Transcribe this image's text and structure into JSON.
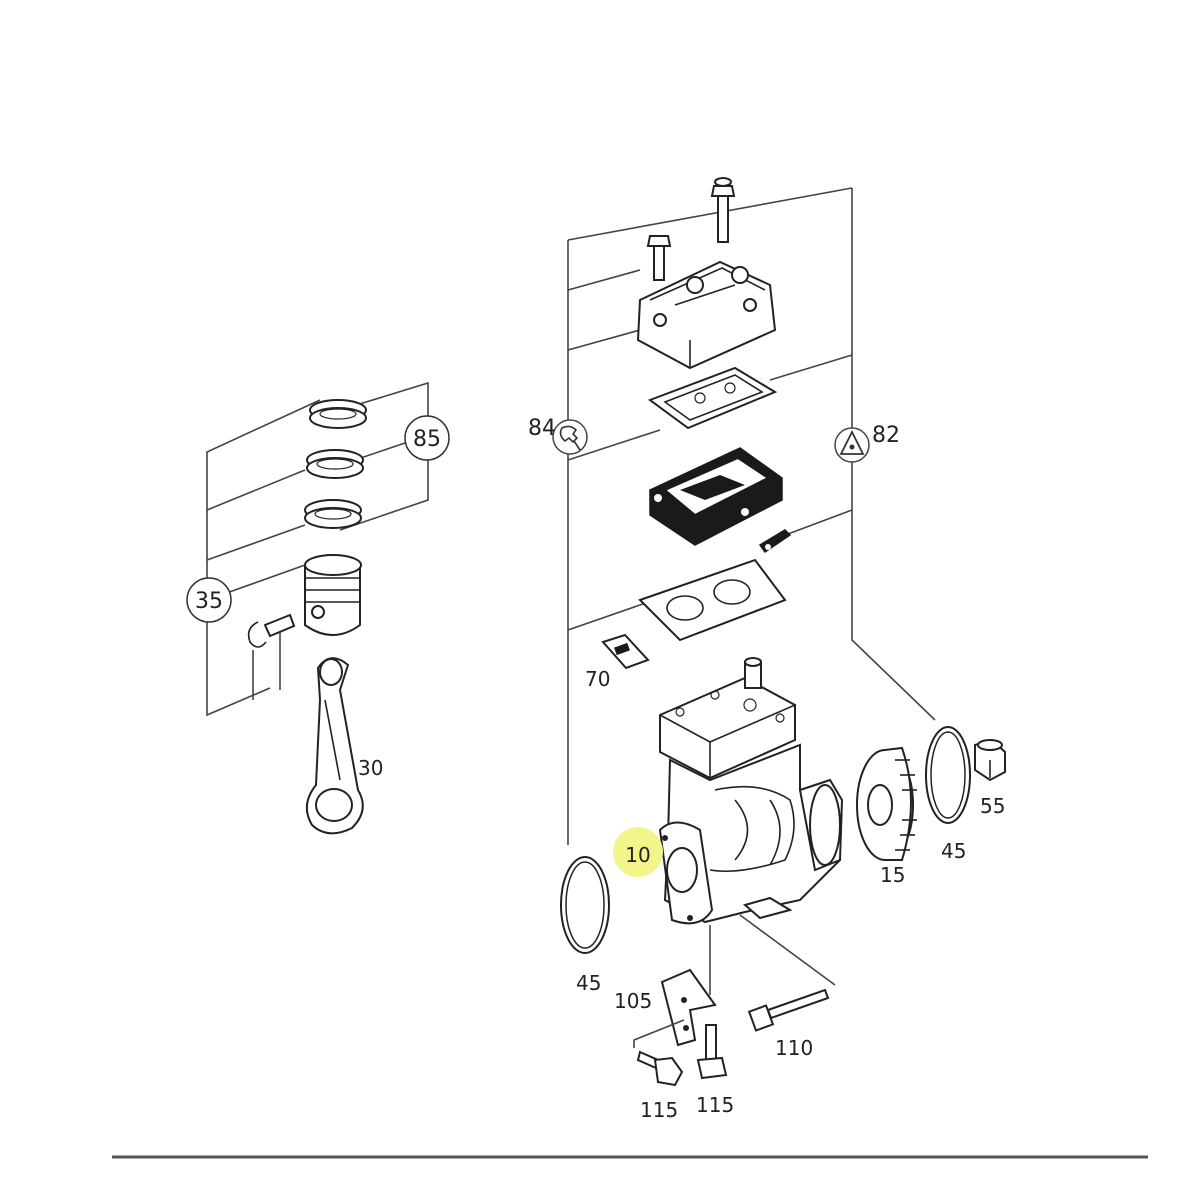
{
  "labels": {
    "kit_rings": "85",
    "kit_piston": "35",
    "con_rod": "30",
    "kit_seals": "84",
    "kit_valves": "82",
    "valve_plate_gasket": "70",
    "compressor": "10",
    "gear": "15",
    "oring_right": "45",
    "oring_left": "45",
    "nut": "55",
    "bracket": "105",
    "long_bolt": "110",
    "bolt_left": "115",
    "bolt_right": "115"
  },
  "colors": {
    "line": "#222222",
    "highlight": "#f3f48a",
    "bottom_rule": "#555555"
  },
  "icons": {
    "seal_kit": "wrench-icon",
    "valve_kit": "triangle-icon"
  }
}
